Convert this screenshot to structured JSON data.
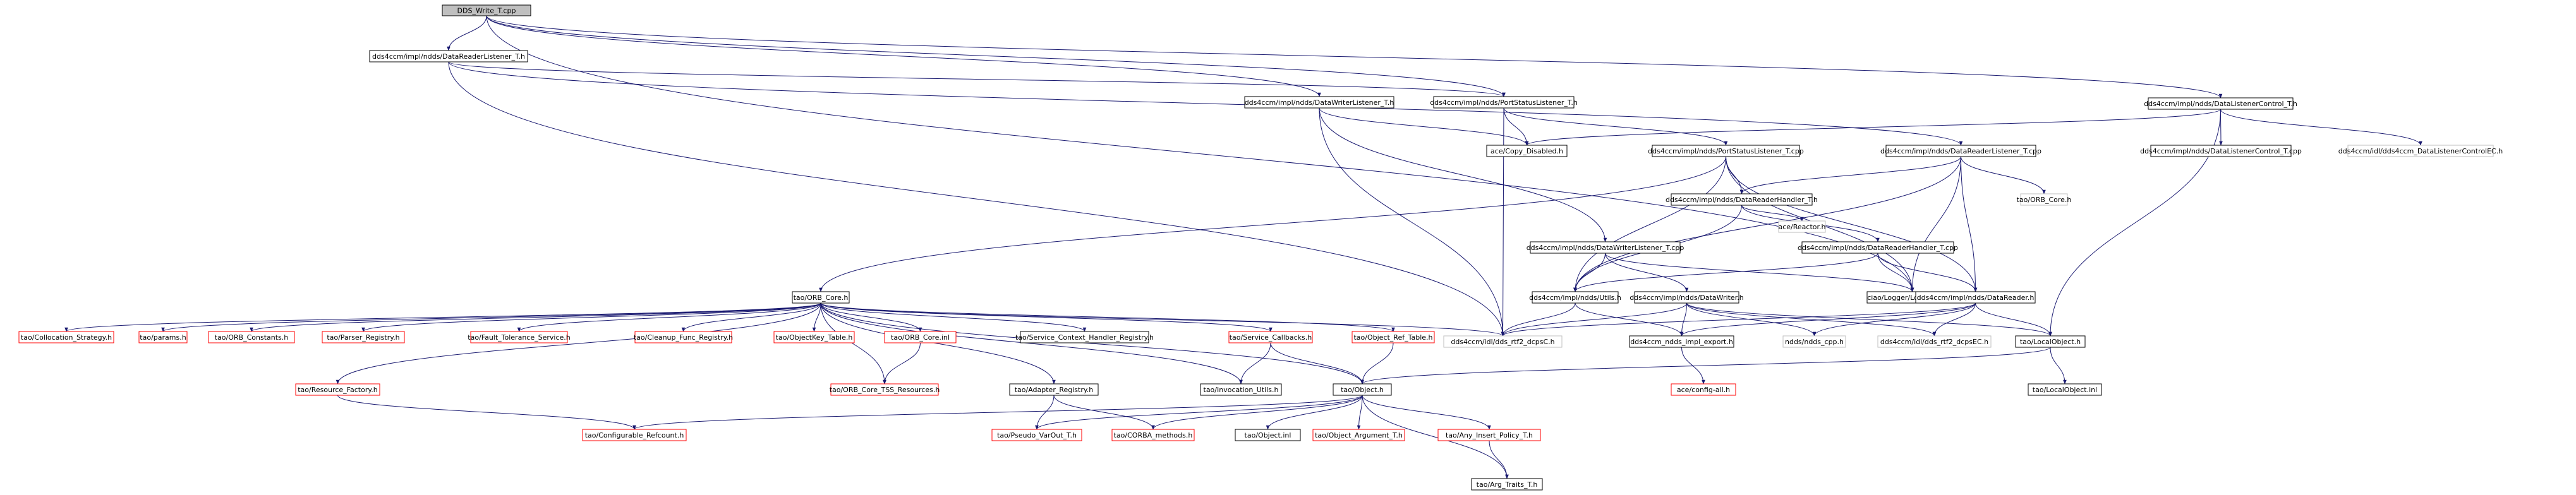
{
  "nodes": [
    {
      "id": "n0",
      "label": "DDS_Write_T.cpp",
      "style": "root"
    },
    {
      "id": "n1",
      "label": "dds4ccm/impl/ndds/DataReaderListener_T.h",
      "style": "normal"
    },
    {
      "id": "n2",
      "label": "dds4ccm/impl/ndds/DataWriterListener_T.h",
      "style": "normal"
    },
    {
      "id": "n3",
      "label": "dds4ccm/impl/ndds/PortStatusListener_T.h",
      "style": "normal"
    },
    {
      "id": "n4",
      "label": "dds4ccm/impl/ndds/DataListenerControl_T.h",
      "style": "normal"
    },
    {
      "id": "n5",
      "label": "ace/Copy_Disabled.h",
      "style": "normal"
    },
    {
      "id": "n6",
      "label": "dds4ccm/impl/ndds/PortStatusListener_T.cpp",
      "style": "normal"
    },
    {
      "id": "n7",
      "label": "dds4ccm/impl/ndds/DataReaderListener_T.cpp",
      "style": "normal"
    },
    {
      "id": "n8",
      "label": "dds4ccm/impl/ndds/DataListenerControl_T.cpp",
      "style": "normal"
    },
    {
      "id": "n9",
      "label": "dds4ccm/idl/dds4ccm_DataListenerControlEC.h",
      "style": "external"
    },
    {
      "id": "n10",
      "label": "dds4ccm/impl/ndds/DataReaderHandler_T.h",
      "style": "normal"
    },
    {
      "id": "n11",
      "label": "tao/ORB_Core.h",
      "style": "external"
    },
    {
      "id": "n12",
      "label": "ace/Reactor.h",
      "style": "external"
    },
    {
      "id": "n13",
      "label": "dds4ccm/impl/ndds/DataWriterListener_T.cpp",
      "style": "normal"
    },
    {
      "id": "n14",
      "label": "dds4ccm/impl/ndds/DataReaderHandler_T.cpp",
      "style": "normal"
    },
    {
      "id": "n15",
      "label": "tao/ORB_Core.h",
      "style": "normal"
    },
    {
      "id": "n16",
      "label": "dds4ccm/impl/ndds/Utils.h",
      "style": "normal"
    },
    {
      "id": "n17",
      "label": "ciao/Logger/Log_Macros.h",
      "style": "normal"
    },
    {
      "id": "n18",
      "label": "dds4ccm/impl/ndds/DataWriter.h",
      "style": "normal"
    },
    {
      "id": "n19",
      "label": "dds4ccm/impl/ndds/DataReader.h",
      "style": "normal"
    },
    {
      "id": "n20",
      "label": "tao/Collocation_Strategy.h",
      "style": "red"
    },
    {
      "id": "n21",
      "label": "tao/params.h",
      "style": "red"
    },
    {
      "id": "n22",
      "label": "tao/ORB_Constants.h",
      "style": "red"
    },
    {
      "id": "n23",
      "label": "tao/Parser_Registry.h",
      "style": "red"
    },
    {
      "id": "n24",
      "label": "tao/Fault_Tolerance_Service.h",
      "style": "red"
    },
    {
      "id": "n25",
      "label": "tao/Cleanup_Func_Registry.h",
      "style": "red"
    },
    {
      "id": "n26",
      "label": "tao/ObjectKey_Table.h",
      "style": "red"
    },
    {
      "id": "n27",
      "label": "tao/ORB_Core.inl",
      "style": "red"
    },
    {
      "id": "n28",
      "label": "tao/Service_Context_Handler_Registry.h",
      "style": "normal"
    },
    {
      "id": "n29",
      "label": "tao/Service_Callbacks.h",
      "style": "red"
    },
    {
      "id": "n30",
      "label": "tao/Object_Ref_Table.h",
      "style": "red"
    },
    {
      "id": "n31",
      "label": "dds4ccm/idl/dds_rtf2_dcpsC.h",
      "style": "external"
    },
    {
      "id": "n32",
      "label": "dds4ccm_ndds_impl_export.h",
      "style": "normal"
    },
    {
      "id": "n33",
      "label": "ndds/ndds_cpp.h",
      "style": "external"
    },
    {
      "id": "n34",
      "label": "dds4ccm/idl/dds_rtf2_dcpsEC.h",
      "style": "external"
    },
    {
      "id": "n35",
      "label": "tao/LocalObject.h",
      "style": "normal"
    },
    {
      "id": "n36",
      "label": "ace/config-all.h",
      "style": "red"
    },
    {
      "id": "n37",
      "label": "tao/Resource_Factory.h",
      "style": "red"
    },
    {
      "id": "n38",
      "label": "tao/ORB_Core_TSS_Resources.h",
      "style": "red"
    },
    {
      "id": "n39",
      "label": "tao/Adapter_Registry.h",
      "style": "normal"
    },
    {
      "id": "n40",
      "label": "tao/Invocation_Utils.h",
      "style": "normal"
    },
    {
      "id": "n41",
      "label": "tao/Object.h",
      "style": "normal"
    },
    {
      "id": "n42",
      "label": "tao/LocalObject.inl",
      "style": "normal"
    },
    {
      "id": "n43",
      "label": "tao/Configurable_Refcount.h",
      "style": "red"
    },
    {
      "id": "n44",
      "label": "tao/Pseudo_VarOut_T.h",
      "style": "red"
    },
    {
      "id": "n45",
      "label": "tao/CORBA_methods.h",
      "style": "red"
    },
    {
      "id": "n46",
      "label": "tao/Object.inl",
      "style": "normal"
    },
    {
      "id": "n47",
      "label": "tao/Object_Argument_T.h",
      "style": "red"
    },
    {
      "id": "n48",
      "label": "tao/Any_Insert_Policy_T.h",
      "style": "red"
    },
    {
      "id": "n49",
      "label": "tao/Arg_Traits_T.h",
      "style": "normal"
    }
  ],
  "edges": [
    [
      "n0",
      "n1"
    ],
    [
      "n0",
      "n2"
    ],
    [
      "n0",
      "n3"
    ],
    [
      "n0",
      "n4"
    ],
    [
      "n0",
      "n17"
    ],
    [
      "n1",
      "n3"
    ],
    [
      "n1",
      "n7"
    ],
    [
      "n1",
      "n31"
    ],
    [
      "n2",
      "n5"
    ],
    [
      "n2",
      "n13"
    ],
    [
      "n2",
      "n31"
    ],
    [
      "n3",
      "n5"
    ],
    [
      "n3",
      "n6"
    ],
    [
      "n3",
      "n31"
    ],
    [
      "n4",
      "n5"
    ],
    [
      "n4",
      "n8"
    ],
    [
      "n4",
      "n9"
    ],
    [
      "n4",
      "n35"
    ],
    [
      "n6",
      "n15"
    ],
    [
      "n6",
      "n16"
    ],
    [
      "n6",
      "n17"
    ],
    [
      "n6",
      "n19"
    ],
    [
      "n6",
      "n10"
    ],
    [
      "n7",
      "n10"
    ],
    [
      "n7",
      "n11"
    ],
    [
      "n7",
      "n17"
    ],
    [
      "n7",
      "n19"
    ],
    [
      "n7",
      "n16"
    ],
    [
      "n10",
      "n12"
    ],
    [
      "n10",
      "n14"
    ],
    [
      "n10",
      "n16"
    ],
    [
      "n13",
      "n16"
    ],
    [
      "n13",
      "n17"
    ],
    [
      "n13",
      "n18"
    ],
    [
      "n14",
      "n16"
    ],
    [
      "n14",
      "n17"
    ],
    [
      "n14",
      "n19"
    ],
    [
      "n15",
      "n20"
    ],
    [
      "n15",
      "n21"
    ],
    [
      "n15",
      "n22"
    ],
    [
      "n15",
      "n23"
    ],
    [
      "n15",
      "n24"
    ],
    [
      "n15",
      "n25"
    ],
    [
      "n15",
      "n26"
    ],
    [
      "n15",
      "n27"
    ],
    [
      "n15",
      "n28"
    ],
    [
      "n15",
      "n29"
    ],
    [
      "n15",
      "n30"
    ],
    [
      "n15",
      "n31"
    ],
    [
      "n15",
      "n37"
    ],
    [
      "n15",
      "n38"
    ],
    [
      "n15",
      "n39"
    ],
    [
      "n15",
      "n40"
    ],
    [
      "n15",
      "n41"
    ],
    [
      "n16",
      "n31"
    ],
    [
      "n16",
      "n32"
    ],
    [
      "n18",
      "n31"
    ],
    [
      "n18",
      "n32"
    ],
    [
      "n18",
      "n33"
    ],
    [
      "n18",
      "n34"
    ],
    [
      "n18",
      "n35"
    ],
    [
      "n19",
      "n31"
    ],
    [
      "n19",
      "n32"
    ],
    [
      "n19",
      "n33"
    ],
    [
      "n19",
      "n34"
    ],
    [
      "n19",
      "n35"
    ],
    [
      "n27",
      "n38"
    ],
    [
      "n29",
      "n40"
    ],
    [
      "n29",
      "n41"
    ],
    [
      "n30",
      "n41"
    ],
    [
      "n32",
      "n36"
    ],
    [
      "n35",
      "n41"
    ],
    [
      "n35",
      "n42"
    ],
    [
      "n37",
      "n43"
    ],
    [
      "n39",
      "n44"
    ],
    [
      "n39",
      "n45"
    ],
    [
      "n41",
      "n43"
    ],
    [
      "n41",
      "n44"
    ],
    [
      "n41",
      "n45"
    ],
    [
      "n41",
      "n46"
    ],
    [
      "n41",
      "n47"
    ],
    [
      "n41",
      "n48"
    ],
    [
      "n41",
      "n49"
    ],
    [
      "n48",
      "n49"
    ]
  ],
  "colors": {
    "edge": "#191970",
    "node_border": "#000000",
    "red_border": "#ff0000",
    "external_border": "#bfbfbf",
    "root_fill": "#bfbfbf",
    "node_fill": "#ffffff",
    "text": "#000000"
  }
}
